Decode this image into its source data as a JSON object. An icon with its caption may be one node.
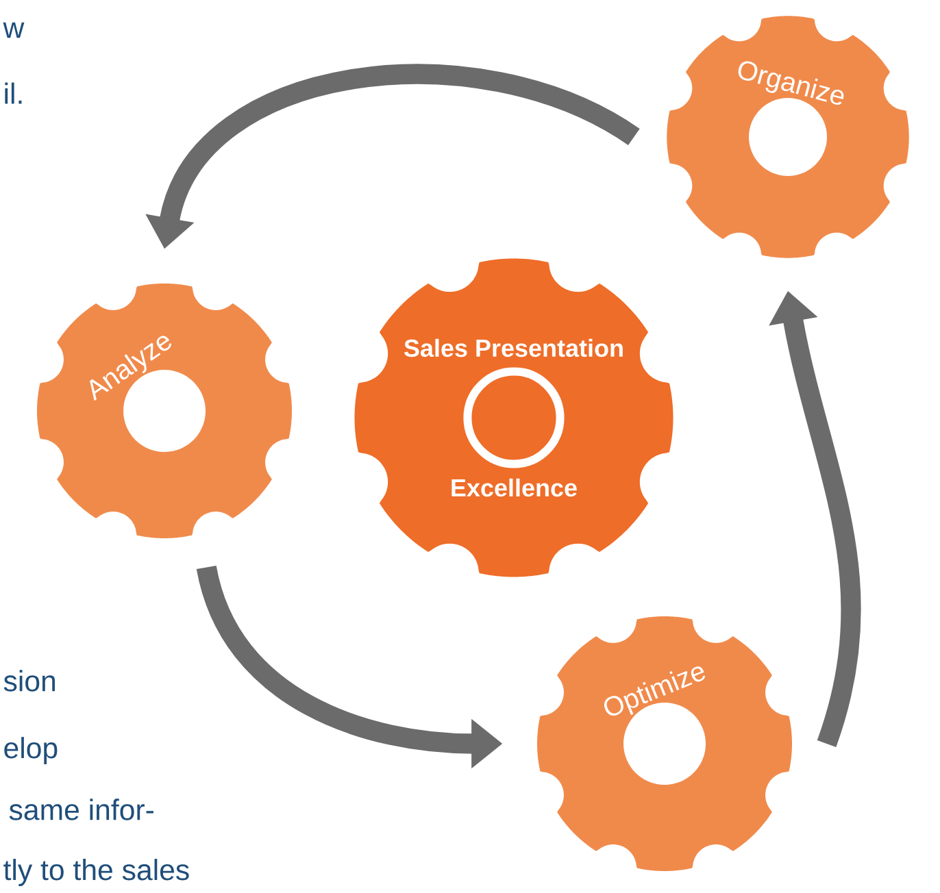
{
  "diagram": {
    "nodes": [
      {
        "text": [
          "Organize"
        ]
      },
      {
        "text": [
          "Analyze"
        ]
      },
      {
        "text": [
          "Sales Presentation",
          "Excellence"
        ]
      },
      {
        "text": [
          "Optimize"
        ]
      }
    ],
    "edges": [
      {
        "from": 0,
        "to": 1,
        "arrow": "to"
      },
      {
        "from": 1,
        "to": 3,
        "arrow": "to"
      },
      {
        "from": 3,
        "to": 0,
        "arrow": "to"
      }
    ],
    "labels": [
      "w",
      "il.",
      "sion",
      "elop",
      "same infor-",
      "tly to the sales"
    ]
  }
}
